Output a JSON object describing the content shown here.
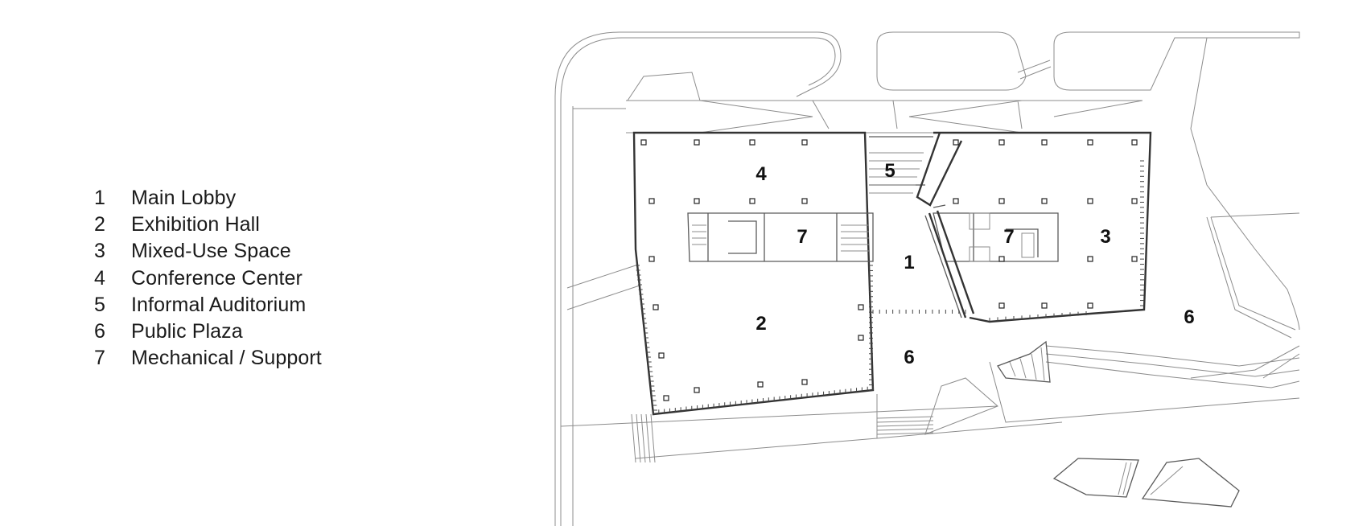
{
  "legend": [
    {
      "num": "1",
      "label": "Main Lobby"
    },
    {
      "num": "2",
      "label": "Exhibition Hall"
    },
    {
      "num": "3",
      "label": "Mixed-Use Space"
    },
    {
      "num": "4",
      "label": "Conference Center"
    },
    {
      "num": "5",
      "label": "Informal Auditorium"
    },
    {
      "num": "6",
      "label": "Public Plaza"
    },
    {
      "num": "7",
      "label": "Mechanical / Support"
    }
  ],
  "plan_labels": [
    "4",
    "5",
    "7",
    "7",
    "3",
    "1",
    "2",
    "6",
    "6"
  ],
  "colors": {
    "line": "#8c8c8c",
    "wall": "#333333",
    "text": "#111111",
    "background": "#ffffff"
  }
}
